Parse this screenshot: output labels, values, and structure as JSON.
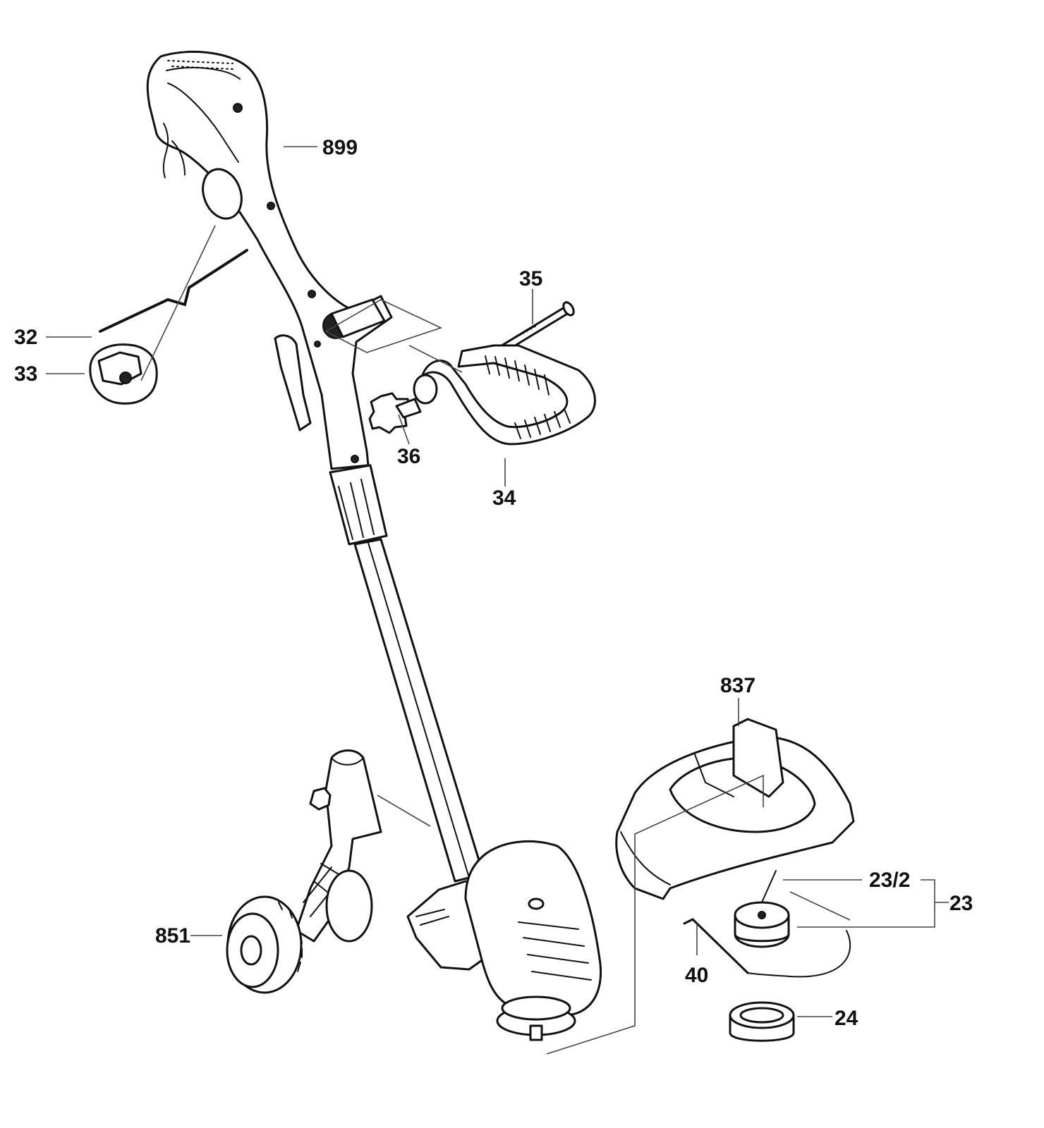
{
  "callouts": {
    "p899": "899",
    "p35": "35",
    "p32": "32",
    "p33": "33",
    "p36": "36",
    "p34": "34",
    "p837": "837",
    "p23_2": "23/2",
    "p23": "23",
    "p851": "851",
    "p40": "40",
    "p24": "24"
  },
  "colors": {
    "line": "#111111",
    "leader": "#444444",
    "background": "#ffffff"
  }
}
